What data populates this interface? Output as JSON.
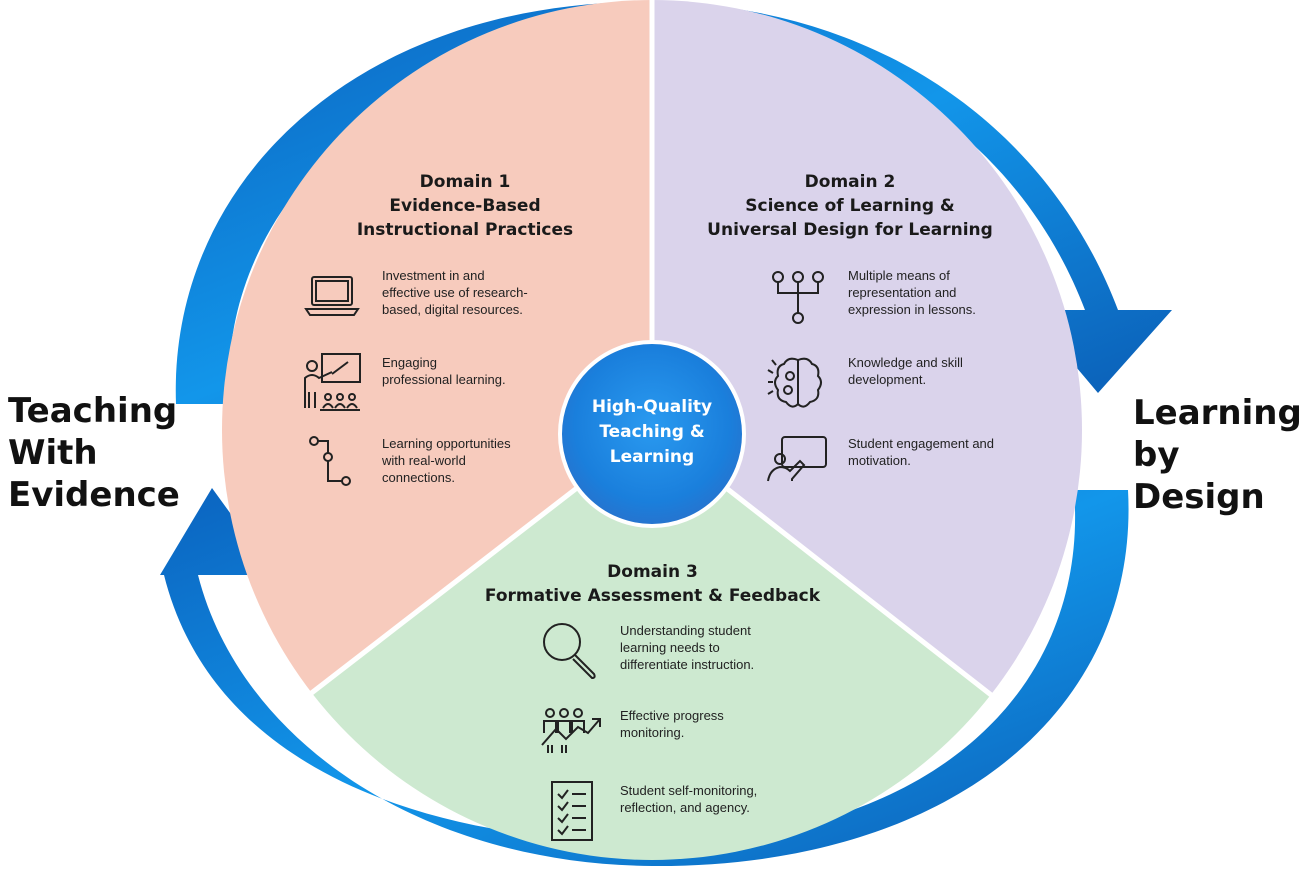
{
  "side_labels": {
    "left": "Teaching\nWith\nEvidence",
    "right": "Learning\nby Design"
  },
  "center": {
    "text": "High-Quality\nTeaching &\nLearning"
  },
  "domains": [
    {
      "number_label": "Domain 1",
      "title_line1": "Evidence-Based",
      "title_line2": "Instructional Practices",
      "color": "#f7cbbd",
      "items": [
        {
          "icon": "laptop-icon",
          "text": "Investment in and\neffective use of research-\nbased, digital resources."
        },
        {
          "icon": "presentation-icon",
          "text": "Engaging\nprofessional learning."
        },
        {
          "icon": "pathway-icon",
          "text": "Learning opportunities\nwith real-world\nconnections."
        }
      ]
    },
    {
      "number_label": "Domain 2",
      "title_line1": "Science of Learning &",
      "title_line2": "Universal Design for Learning",
      "color": "#d9d2ea",
      "items": [
        {
          "icon": "hierarchy-icon",
          "text": "Multiple means of\nrepresentation and\nexpression in lessons."
        },
        {
          "icon": "brain-icon",
          "text": "Knowledge and skill\ndevelopment."
        },
        {
          "icon": "touchscreen-icon",
          "text": "Student engagement and\nmotivation."
        }
      ]
    },
    {
      "number_label": "Domain 3",
      "title_line1": "Formative Assessment & Feedback",
      "title_line2": "",
      "color": "#cbe8cf",
      "items": [
        {
          "icon": "magnifier-icon",
          "text": "Understanding student\nlearning needs to\ndifferentiate instruction."
        },
        {
          "icon": "progress-chart-icon",
          "text": "Effective progress\nmonitoring."
        },
        {
          "icon": "checklist-icon",
          "text": "Student self-monitoring,\nreflection, and agency."
        }
      ]
    }
  ],
  "colors": {
    "arrow_dark": "#0d5fb8",
    "arrow_light": "#1aa3f5",
    "center_circle": "#1e88e5",
    "divider": "#ffffff"
  }
}
